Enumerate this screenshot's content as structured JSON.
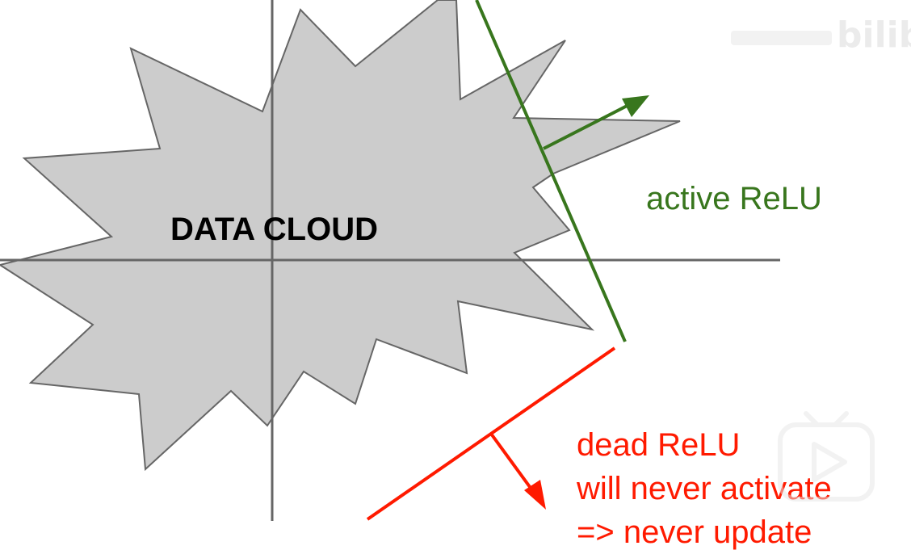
{
  "diagram": {
    "cloud_label": "DATA CLOUD",
    "active_label": "active ReLU",
    "dead_label_lines": [
      "dead ReLU",
      "will never activate",
      "=> never update"
    ]
  },
  "watermark": {
    "logo_text": "bilibili"
  },
  "colors": {
    "cloud_fill": "#cccccc",
    "cloud_stroke": "#666666",
    "axis": "#666666",
    "active": "#38761d",
    "dead": "#ff1a00",
    "text": "#000000"
  }
}
